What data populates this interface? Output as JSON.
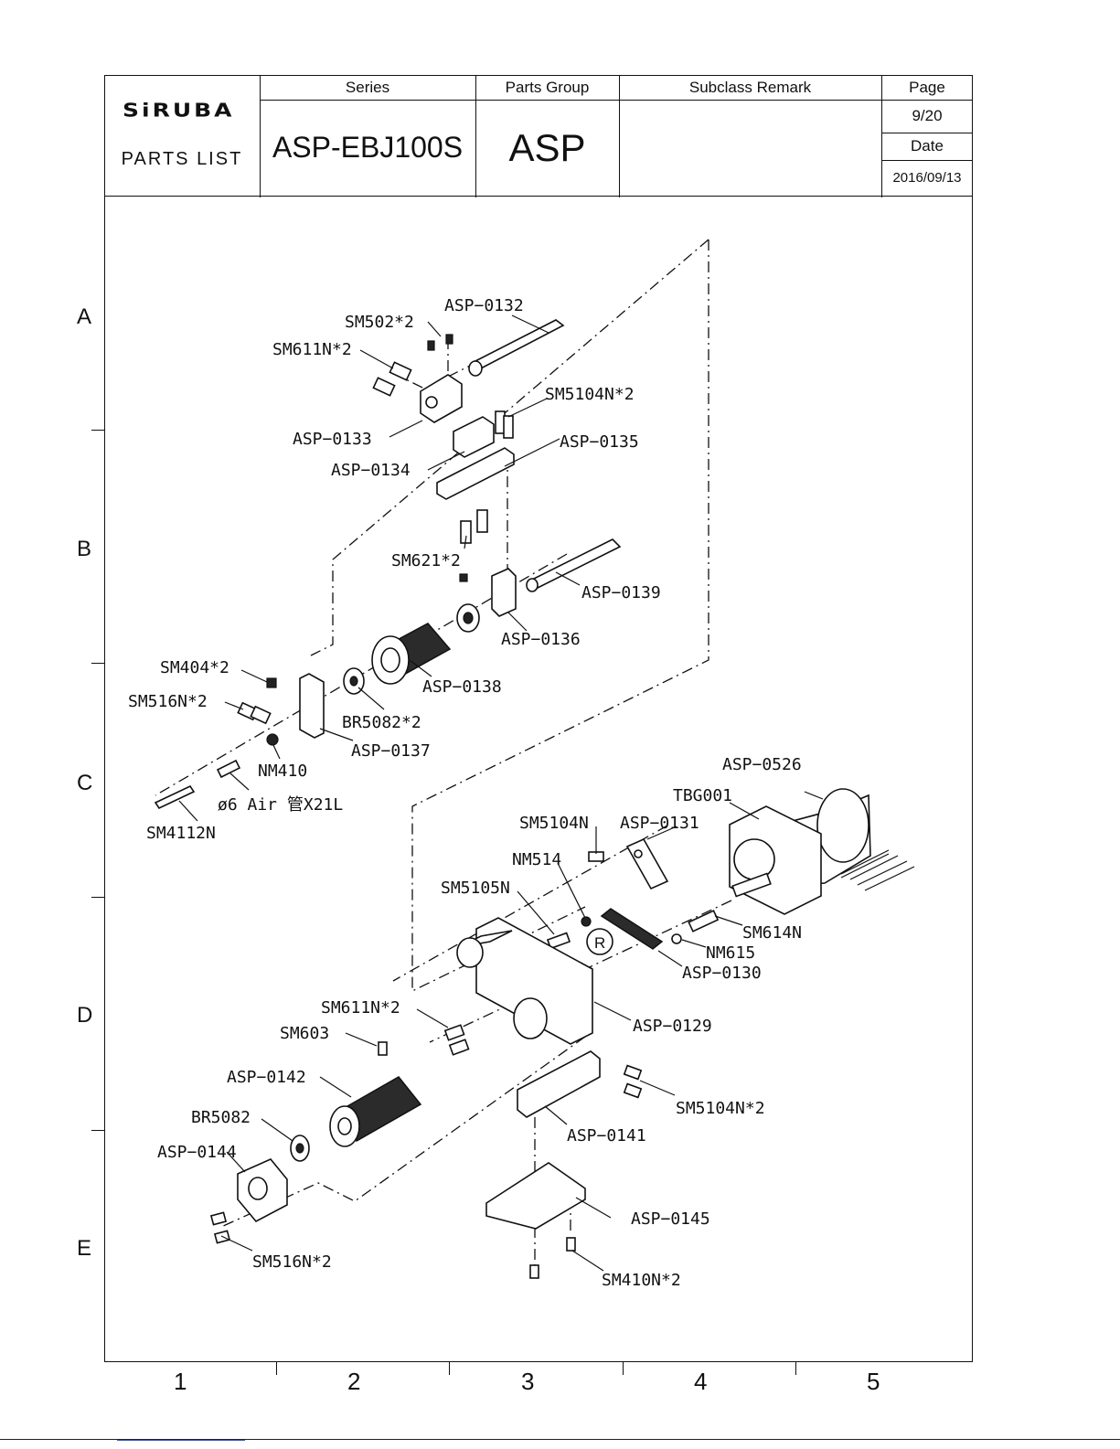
{
  "header": {
    "logo_text": "SiRUBA",
    "sheet_label": "PARTS LIST",
    "series_label": "Series",
    "series_value": "ASP-EBJ100S",
    "parts_group_label": "Parts Group",
    "parts_group_value": "ASP",
    "subclass_label": "Subclass  Remark",
    "subclass_value": "",
    "page_label": "Page",
    "page_value": "9/20",
    "date_label": "Date",
    "date_value": "2016/09/13"
  },
  "grid": {
    "rows": [
      "A",
      "B",
      "C",
      "D",
      "E"
    ],
    "cols": [
      "1",
      "2",
      "3",
      "4",
      "5"
    ]
  },
  "callouts": [
    "ASP−0132",
    "SM502*2",
    "SM611N*2",
    "SM5104N*2",
    "ASP−0133",
    "ASP−0135",
    "ASP−0134",
    "SM621*2",
    "ASP−0139",
    "ASP−0136",
    "SM404*2",
    "ASP−0138",
    "SM516N*2",
    "BR5082*2",
    "ASP−0137",
    "NM410",
    "ø6 Air 管X21L",
    "SM4112N",
    "ASP−0526",
    "TBG001",
    "SM5104N",
    "ASP−0131",
    "NM514",
    "SM5105N",
    "SM614N",
    "NM615",
    "ASP−0130",
    "SM611N*2",
    "ASP−0129",
    "SM603",
    "ASP−0142",
    "SM5104N*2",
    "BR5082",
    "ASP−0141",
    "ASP−0144",
    "ASP−0145",
    "SM516N*2",
    "SM410N*2"
  ],
  "marker": "R"
}
